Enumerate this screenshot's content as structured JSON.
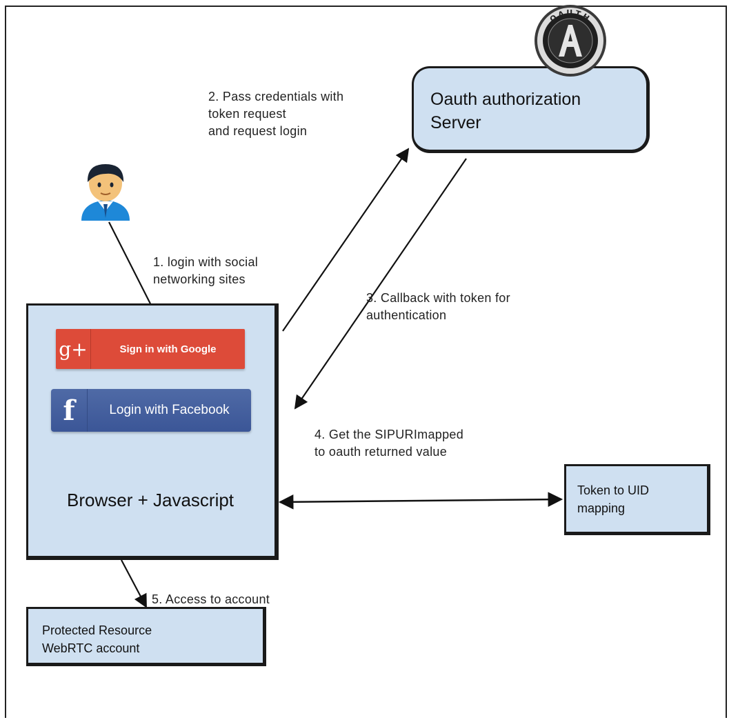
{
  "nodes": {
    "oauth_server": {
      "lines": [
        "Oauth authorization",
        "Server"
      ],
      "logo_text": "OAUTH"
    },
    "browser": {
      "label": "Browser + Javascript",
      "google_button": {
        "mark": "g+",
        "label": "Sign in with Google",
        "color": "#dd4b39"
      },
      "facebook_button": {
        "mark": "f",
        "label": "Login with Facebook",
        "color": "#3b5998"
      }
    },
    "token_mapping": {
      "lines": [
        "Token to UID",
        "mapping"
      ]
    },
    "protected_resource": {
      "lines": [
        "Protected Resource",
        "WebRTC account"
      ]
    }
  },
  "steps": {
    "step1": [
      "1. login with social",
      "networking sites"
    ],
    "step2": [
      "2. Pass credentials with",
      "token request",
      "and request login"
    ],
    "step3": [
      "3. Callback with token for",
      "authentication"
    ],
    "step4": [
      "4. Get the SIPURImapped",
      "to oauth returned value"
    ],
    "step5": [
      "5. Access to account"
    ]
  },
  "icons": {
    "user": "user-avatar-icon",
    "oauth": "oauth-logo-icon"
  },
  "colors": {
    "box_fill": "#cfe0f1",
    "border": "#1a1a1a"
  }
}
